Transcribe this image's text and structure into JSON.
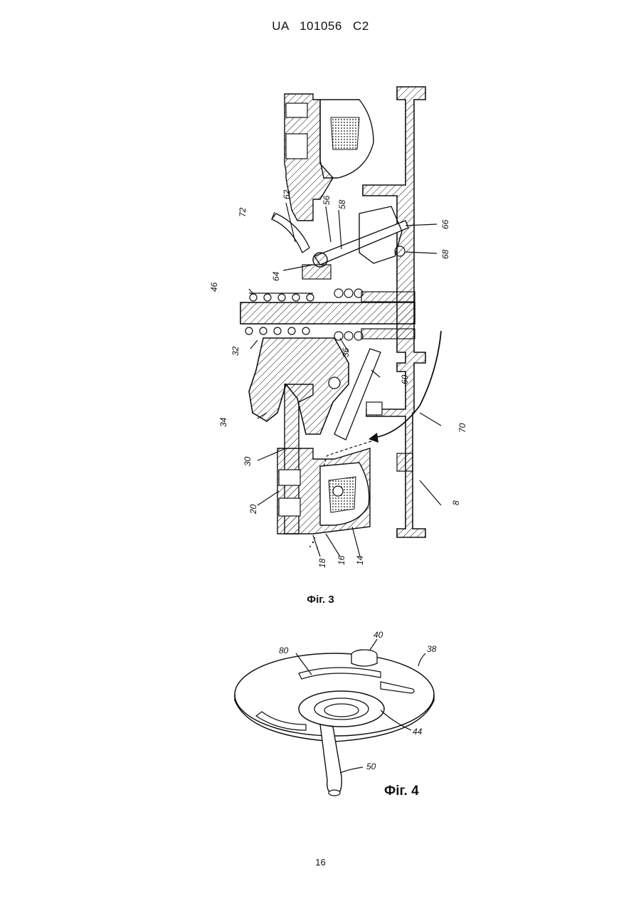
{
  "header": {
    "text": "UA   101056   C2"
  },
  "figure3": {
    "caption": "Фіг. 3",
    "labels": [
      "72",
      "62",
      "56",
      "58",
      "66",
      "68",
      "46",
      "64",
      "32",
      "36",
      "34",
      "60",
      "70",
      "30",
      "20",
      "8",
      "18",
      "16",
      "14"
    ]
  },
  "figure4": {
    "caption": "Фіг. 4",
    "labels": [
      "40",
      "38",
      "80",
      "44",
      "50"
    ]
  },
  "page_number": "16"
}
